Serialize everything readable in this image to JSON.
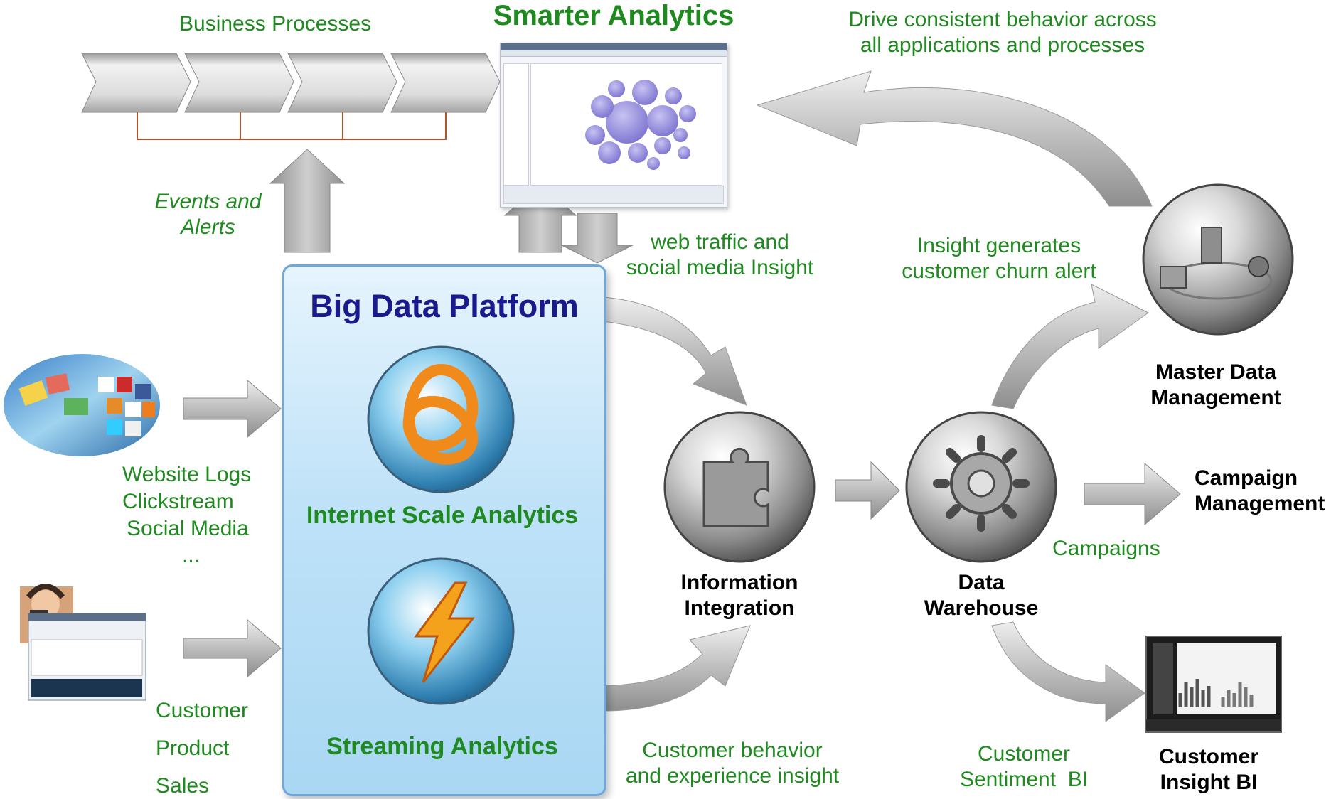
{
  "title": "Smarter Analytics",
  "business_processes": "Business Processes",
  "drive_consistent": [
    "Drive consistent behavior across",
    "all applications and processes"
  ],
  "events_alerts": [
    "Events and",
    "Alerts"
  ],
  "web_traffic": [
    "web traffic and",
    "social media Insight"
  ],
  "insight_churn": [
    "Insight generates",
    "customer churn alert"
  ],
  "platform": {
    "title": "Big Data Platform",
    "internet_scale": "Internet Scale Analytics",
    "streaming": "Streaming Analytics"
  },
  "sources_web": [
    "Website Logs",
    "Clickstream",
    "Social Media",
    "..."
  ],
  "sources_customer": [
    "Customer",
    "Product",
    "Sales"
  ],
  "nodes": {
    "master_data": [
      "Master Data",
      "Management"
    ],
    "campaign_mgmt": [
      "Campaign",
      "Management"
    ],
    "info_integration": [
      "Information",
      "Integration"
    ],
    "data_warehouse": [
      "Data",
      "Warehouse"
    ],
    "customer_bi": [
      "Customer",
      "Insight BI"
    ]
  },
  "campaigns": "Campaigns",
  "customer_behavior": [
    "Customer behavior",
    "and experience insight"
  ],
  "customer_sentiment": [
    "Customer",
    "Sentiment  BI"
  ],
  "colors": {
    "green_text": "#1f8a1f",
    "platform_title": "#1a1a8c",
    "connector": "#b5532a"
  }
}
